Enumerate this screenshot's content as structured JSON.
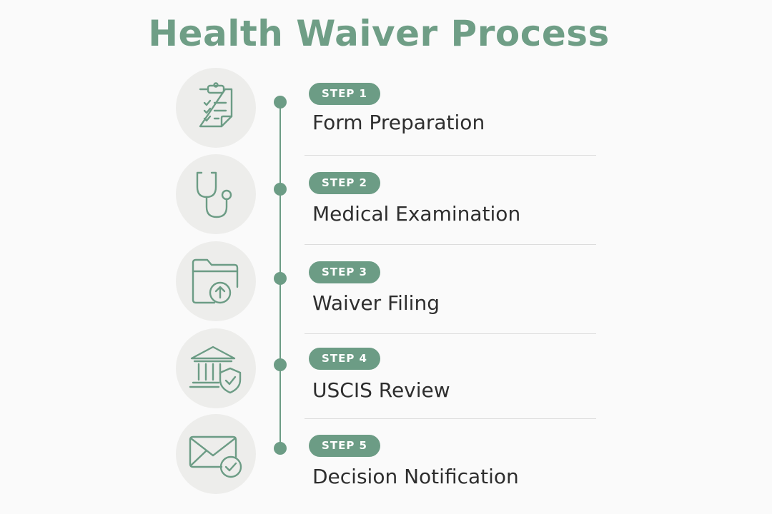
{
  "title": "Health Waiver Process",
  "colors": {
    "accent": "#6c9c85",
    "title": "#6f9e86",
    "icon_bg": "#ededeb",
    "text": "#2e2e2e",
    "divider": "#dcdcdc"
  },
  "steps": [
    {
      "badge": "STEP 1",
      "label": "Form Preparation",
      "icon": "clipboard-checklist-icon"
    },
    {
      "badge": "STEP 2",
      "label": "Medical Examination",
      "icon": "stethoscope-icon"
    },
    {
      "badge": "STEP 3",
      "label": "Waiver Filing",
      "icon": "folder-upload-icon"
    },
    {
      "badge": "STEP 4",
      "label": "USCIS Review",
      "icon": "government-building-shield-icon"
    },
    {
      "badge": "STEP 5",
      "label": "Decision Notification",
      "icon": "envelope-check-icon"
    }
  ]
}
